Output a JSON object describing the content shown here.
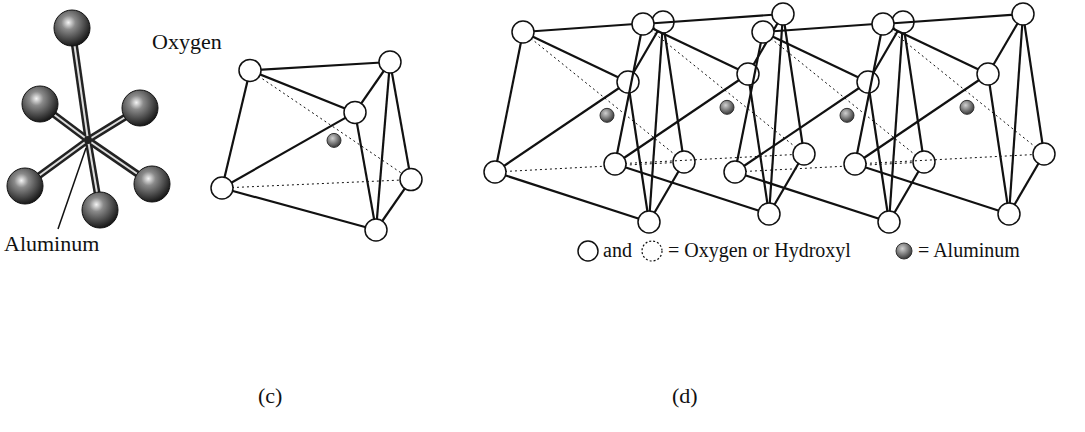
{
  "diagram": {
    "labels": [
      "Oxygen",
      "Aluminum",
      "and",
      "(c)",
      "(d)"
    ],
    "legend": [
      {
        "text": "= Oxygen or Hydroxyl"
      },
      {
        "text": "= Aluminum"
      }
    ]
  }
}
